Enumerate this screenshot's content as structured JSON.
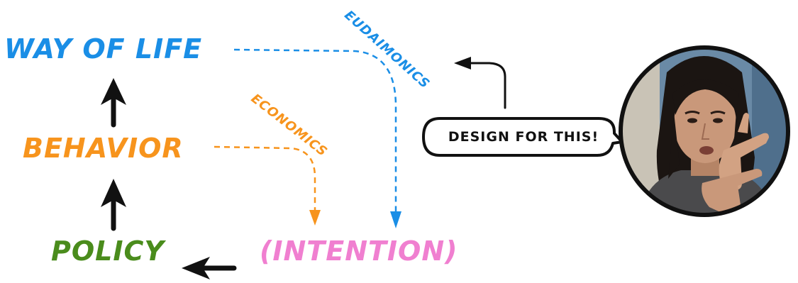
{
  "nodes": {
    "way_of_life": "Way of Life",
    "behavior": "Behavior",
    "policy": "Policy",
    "intention": "(Intention)"
  },
  "edges": {
    "economics": "Economics",
    "eudaimonics": "Eudaimonics"
  },
  "speech_bubble": {
    "text": "Design for this!"
  },
  "colors": {
    "way_of_life": "#1a8ee6",
    "behavior": "#f7941d",
    "policy": "#4a8c1c",
    "intention": "#f07fd0",
    "arrow": "#111111",
    "economics_line": "#f7941d",
    "eudaimonics_line": "#1a8ee6"
  },
  "icons": {
    "up_arrow": "bold-up-arrow-icon",
    "left_arrow": "bold-left-arrow-icon",
    "avatar": "person-portrait-avatar"
  }
}
